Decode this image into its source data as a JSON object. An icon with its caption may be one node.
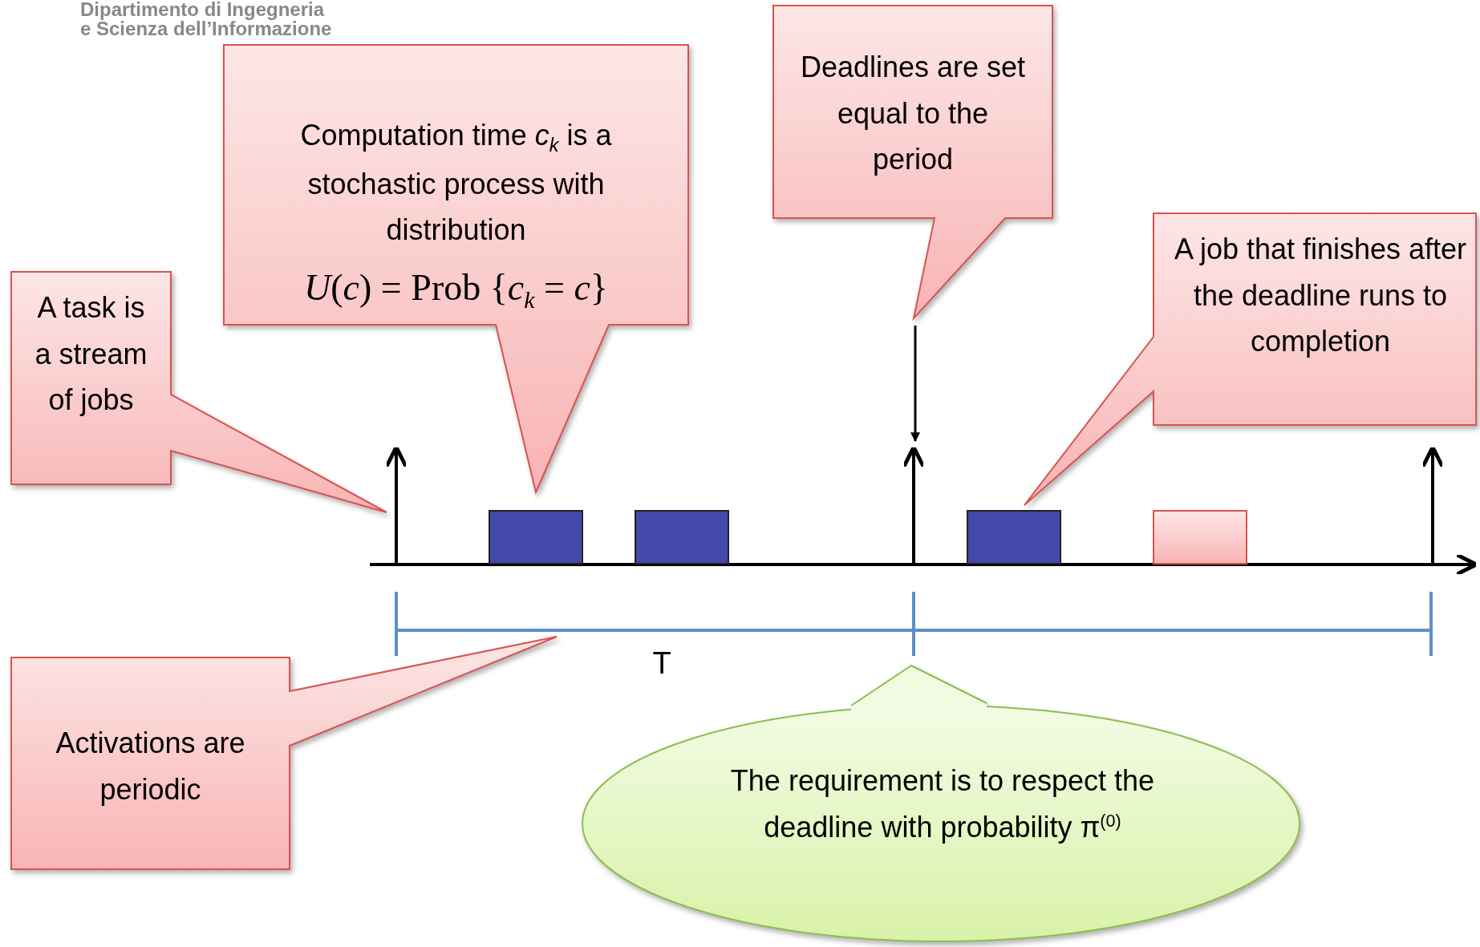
{
  "diagram": {
    "nodes": [
      {
        "text": [
          "A task is a stream of jobs"
        ]
      },
      {
        "text": [
          "Computation time *c*$_{k}$ is a stochastic process with distribution",
          "*U*(*c*) = Prob {*c*$_{k}$ = *c*}"
        ]
      },
      {
        "text": [
          "Deadlines are set equal to the period"
        ]
      },
      {
        "text": [
          "A job that finishes after the deadline runs to completion"
        ]
      },
      {
        "text": [
          "Activations are periodic"
        ]
      },
      {
        "text": [
          "The requirement is to respect the deadline with probability π$^{(0)}$"
        ]
      }
    ],
    "labels": [
      "Dipartimento di Ingegneria",
      "e Scienza dell’Informazione",
      "T"
    ]
  }
}
